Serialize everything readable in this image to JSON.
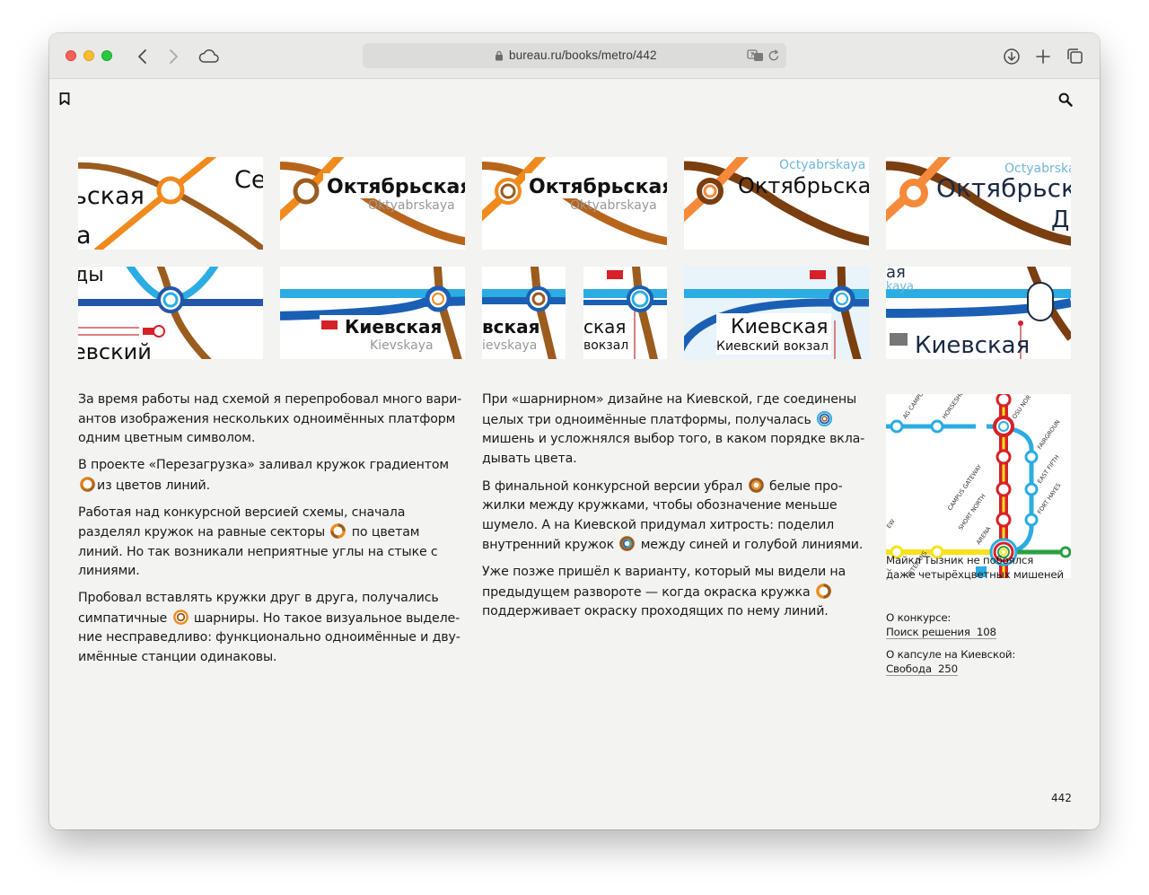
{
  "browser": {
    "url": "bureau.ru/books/metro/442"
  },
  "tiles": {
    "oct_ru": "Октябрьская",
    "oct_lat": "Oktyabrskaya",
    "oct_lat_alt": "Octyabrskaya",
    "oct_partial_left": "ьская",
    "oct_partial_right": "Се",
    "oct_partial_a": "а",
    "oct_cut": "Октябрьск",
    "oct_d": "Д",
    "kiev_ru": "Киевская",
    "kiev_lat": "Kievskaya",
    "kiev_station": "Киевский вокзал",
    "kiev_partial_vskaya": "вская",
    "kiev_partial_ievskaya": "ievskaya",
    "kiev_partial_skaya": "ская",
    "kiev_partial_vokzal": "вокзал",
    "kiev_partial_dy": "ды",
    "kiev_partial_evsky": "евский",
    "kiev_partial_ya": "ая",
    "kiev_partial_kaya": "kaya"
  },
  "col1": {
    "p1": "За время работы над схемой я перепробовал много вари-антов изображения нескольких одноимённых платформ одним цветным символом.",
    "p2a": "В проекте «Перезагрузка» заливал кружок градиентом",
    "p2b": "из цветов линий.",
    "p3a": "Работая над конкурсной версией схемы, сначала разделял кружок на равные секторы",
    "p3b": "по цветам линий. Но так возникали неприятные углы на стыке с линиями.",
    "p4a": "Пробовал вставлять кружки друг в друга, получались симпатичные",
    "p4b": "шарниры. Но такое визуальное выделе-ние несправедливо: функционально одноимённые и дву-имённые станции одинаковы."
  },
  "col2": {
    "p1a": "При «шарнирном» дизайне на Киевской, где соединены целых три одноимённые платформы, получалась",
    "p1b": "мишень и усложнялся выбор того, в каком порядке вкла-дывать цвета.",
    "p2a": "В финальной конкурсной версии убрал",
    "p2b": "белые про-жилки между кружками, чтобы обозначение меньше шумело. А на Киевской придумал хитрость: поделил внутренний кружок",
    "p2c": "между синей и голубой линиями.",
    "p3a": "Уже позже пришёл к варианту, который мы видели на предыдущем развороте — когда окраска кружка",
    "p3b": "поддерживает окраску проходящих по нему линий."
  },
  "side": {
    "caption": "Майкл Тызник не побоялся даже четырёхцветных мишеней",
    "ref1_label": "О конкурсе:",
    "ref1_link": "Поиск решения",
    "ref1_page": "108",
    "ref2_label": "О капсуле на Киевской:",
    "ref2_link": "Свобода",
    "ref2_page": "250",
    "map_labels": [
      "AG CAMPUS",
      "HORSESHOE",
      "OSU NOR",
      "FAIRGROUN",
      "CAMPUS GATEWAY",
      "SHORT NORTH",
      "EAST FIFTH",
      "FORT HAYES",
      "ARENA",
      "VETERANS",
      "EW",
      "L"
    ]
  },
  "page_number": "442",
  "colors": {
    "brown": "#9b5c1e",
    "orange": "#f08a1d",
    "blue": "#1a5fb4",
    "lightblue": "#2bace2",
    "red": "#d82028",
    "yellow": "#f7e21c",
    "green": "#2aa042"
  }
}
